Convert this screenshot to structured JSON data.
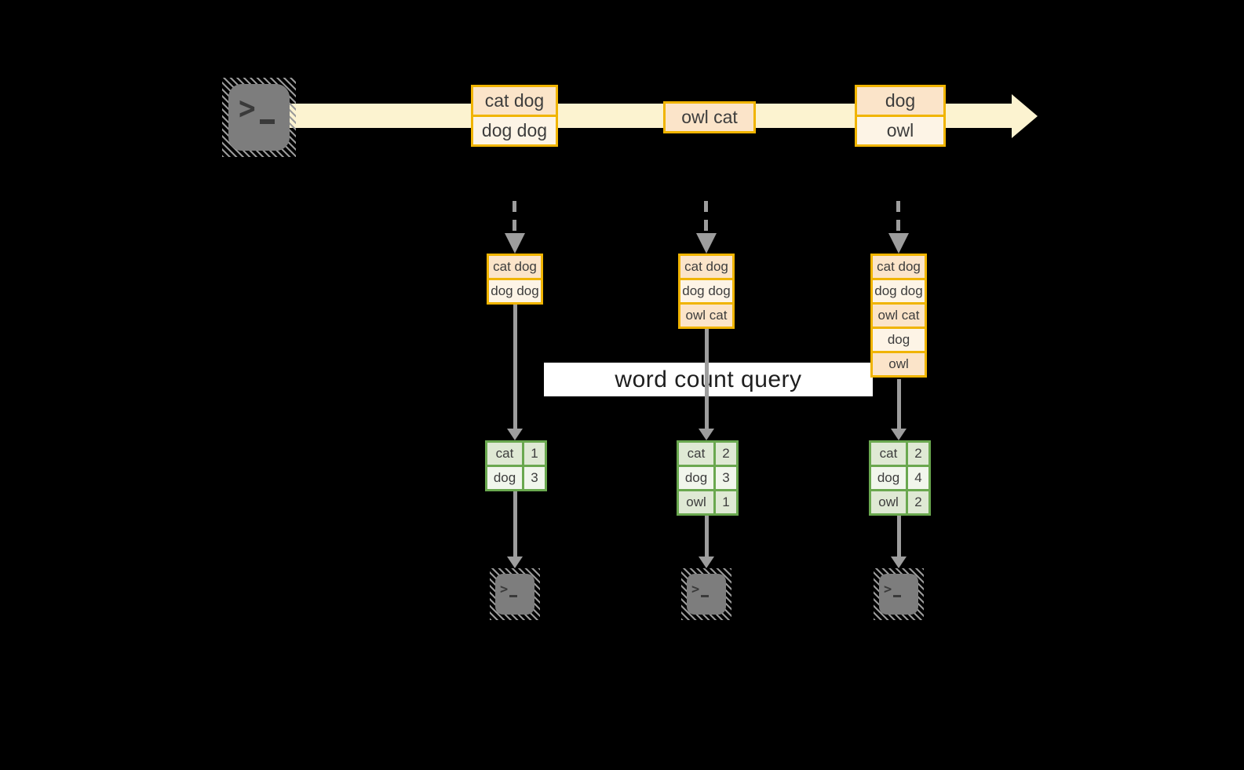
{
  "diagram": {
    "query_label": "word count query",
    "stream_batches": [
      {
        "rows": [
          "cat dog",
          "dog dog"
        ]
      },
      {
        "rows": [
          "owl cat"
        ]
      },
      {
        "rows": [
          "dog",
          "owl"
        ]
      }
    ],
    "columns": [
      {
        "buffer": [
          "cat dog",
          "dog dog"
        ],
        "counts": [
          {
            "word": "cat",
            "count": "1"
          },
          {
            "word": "dog",
            "count": "3"
          }
        ]
      },
      {
        "buffer": [
          "cat dog",
          "dog dog",
          "owl cat"
        ],
        "counts": [
          {
            "word": "cat",
            "count": "2"
          },
          {
            "word": "dog",
            "count": "3"
          },
          {
            "word": "owl",
            "count": "1"
          }
        ]
      },
      {
        "buffer": [
          "cat dog",
          "dog dog",
          "owl cat",
          "dog",
          "owl"
        ],
        "counts": [
          {
            "word": "cat",
            "count": "2"
          },
          {
            "word": "dog",
            "count": "4"
          },
          {
            "word": "owl",
            "count": "2"
          }
        ]
      }
    ],
    "colors": {
      "background": "#000000",
      "stream_band": "#fcf3d0",
      "box_border": "#f0b400",
      "box_fill_dark": "#fbe4c9",
      "box_fill_light": "#fdf4e6",
      "table_border": "#6aa84f",
      "table_fill_dark": "#dfe9d4",
      "table_fill_light": "#f1f6ec",
      "arrow_gray": "#9d9d9d",
      "terminal_gray": "#7d7d7d",
      "text": "#3d3d3d"
    }
  }
}
